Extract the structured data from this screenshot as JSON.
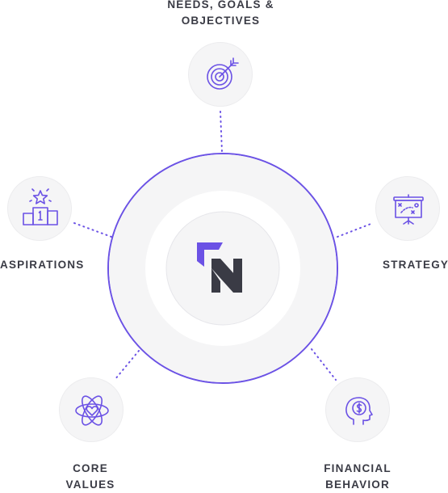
{
  "accent_color": "#6b52e5",
  "center": {
    "logo": "N",
    "icon": "n-monogram-logo"
  },
  "nodes": {
    "needs": {
      "line1": "NEEDS, GOALS &",
      "line2": "OBJECTIVES",
      "icon": "target-icon"
    },
    "strategy": {
      "label": "STRATEGY",
      "icon": "strategy-board-icon"
    },
    "financial": {
      "line1": "FINANCIAL",
      "line2": "BEHAVIOR",
      "icon": "head-dollar-icon"
    },
    "values": {
      "line1": "CORE",
      "line2": "VALUES",
      "icon": "atom-heart-icon"
    },
    "aspirations": {
      "label": "ASPIRATIONS",
      "icon": "podium-star-icon"
    }
  }
}
